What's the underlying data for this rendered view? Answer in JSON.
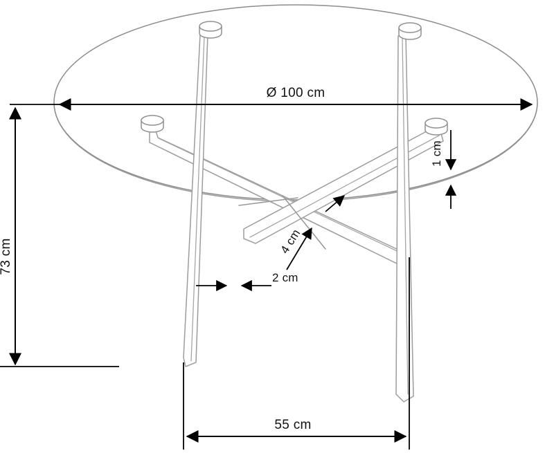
{
  "drawing": {
    "title": "Round glass dining table - dimensioned technical drawing",
    "product": "Round table with crossed metal legs and glass top",
    "line_color": "#9a9a9a",
    "dimension_color": "#000000",
    "background_color": "#ffffff"
  },
  "dimensions": {
    "diameter": {
      "label": "Ø 100 cm",
      "value": 100,
      "unit": "cm",
      "symbol": "Ø",
      "measures": "table-top-diameter",
      "orientation": "horizontal"
    },
    "height": {
      "label": "73 cm",
      "value": 73,
      "unit": "cm",
      "measures": "total-table-height",
      "orientation": "vertical"
    },
    "base_width": {
      "label": "55 cm",
      "value": 55,
      "unit": "cm",
      "measures": "leg-base-span",
      "orientation": "horizontal"
    },
    "glass_thickness": {
      "label": "1 cm",
      "value": 1,
      "unit": "cm",
      "measures": "glass-top-thickness",
      "orientation": "vertical"
    },
    "leg_depth": {
      "label": "4 cm",
      "value": 4,
      "unit": "cm",
      "measures": "leg-profile-depth",
      "orientation": "diagonal"
    },
    "leg_width": {
      "label": "2 cm",
      "value": 2,
      "unit": "cm",
      "measures": "leg-profile-width",
      "orientation": "horizontal"
    }
  }
}
